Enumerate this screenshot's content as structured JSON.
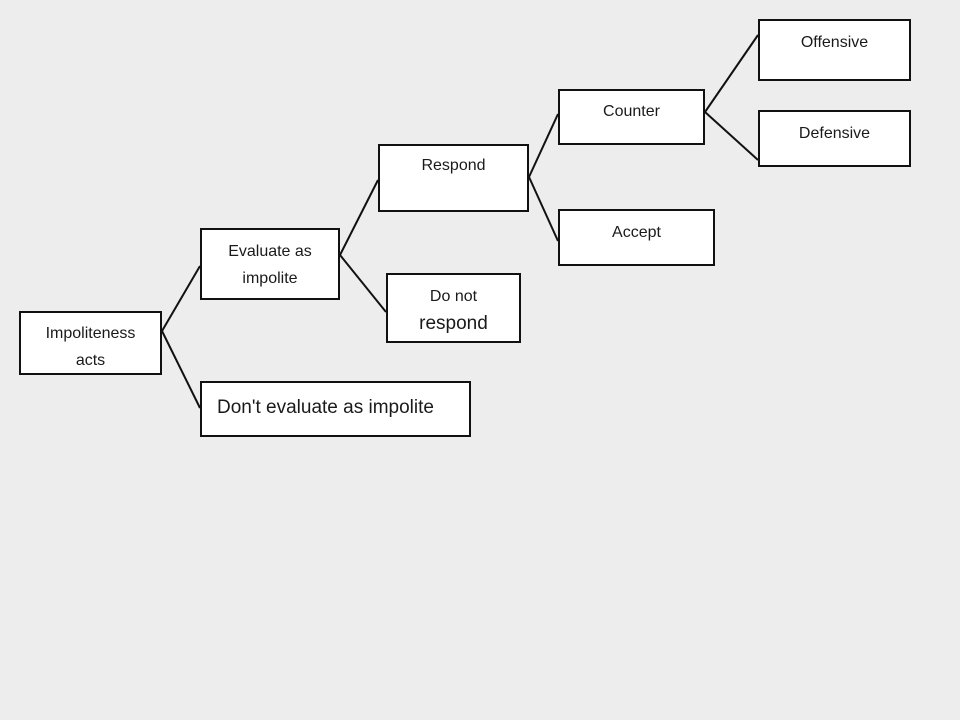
{
  "diagram": {
    "nodes": {
      "impoliteness_acts": {
        "line1": "Impoliteness",
        "line2": "acts"
      },
      "evaluate_impolite": {
        "line1": "Evaluate as",
        "line2": "impolite"
      },
      "dont_evaluate": {
        "label": "Don't evaluate as impolite"
      },
      "respond": {
        "label": "Respond"
      },
      "do_not_respond": {
        "line1": "Do not",
        "line2": "respond"
      },
      "counter": {
        "label": "Counter"
      },
      "accept": {
        "label": "Accept"
      },
      "offensive": {
        "label": "Offensive"
      },
      "defensive": {
        "label": "Defensive"
      }
    }
  },
  "colors": {
    "background": "#ededed",
    "box_fill": "#ffffff",
    "stroke": "#111111"
  }
}
